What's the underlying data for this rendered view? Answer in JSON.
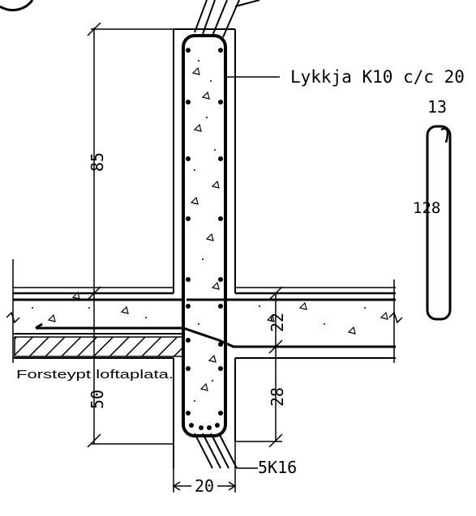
{
  "labels": {
    "stirrup": "Lykkja K10 c/c 20",
    "stirrup_top_dim": "13",
    "stirrup_height_dim": "128",
    "dim_upper_height": "85",
    "dim_lower_height": "50",
    "dim_slab_thickness": "22",
    "dim_below_slab": "28",
    "dim_wall_width": "20",
    "bottom_bars": "5K16",
    "precast_slab": "Forsteypt loftaplata."
  },
  "colors": {
    "ink": "#000000",
    "paper": "#ffffff"
  }
}
